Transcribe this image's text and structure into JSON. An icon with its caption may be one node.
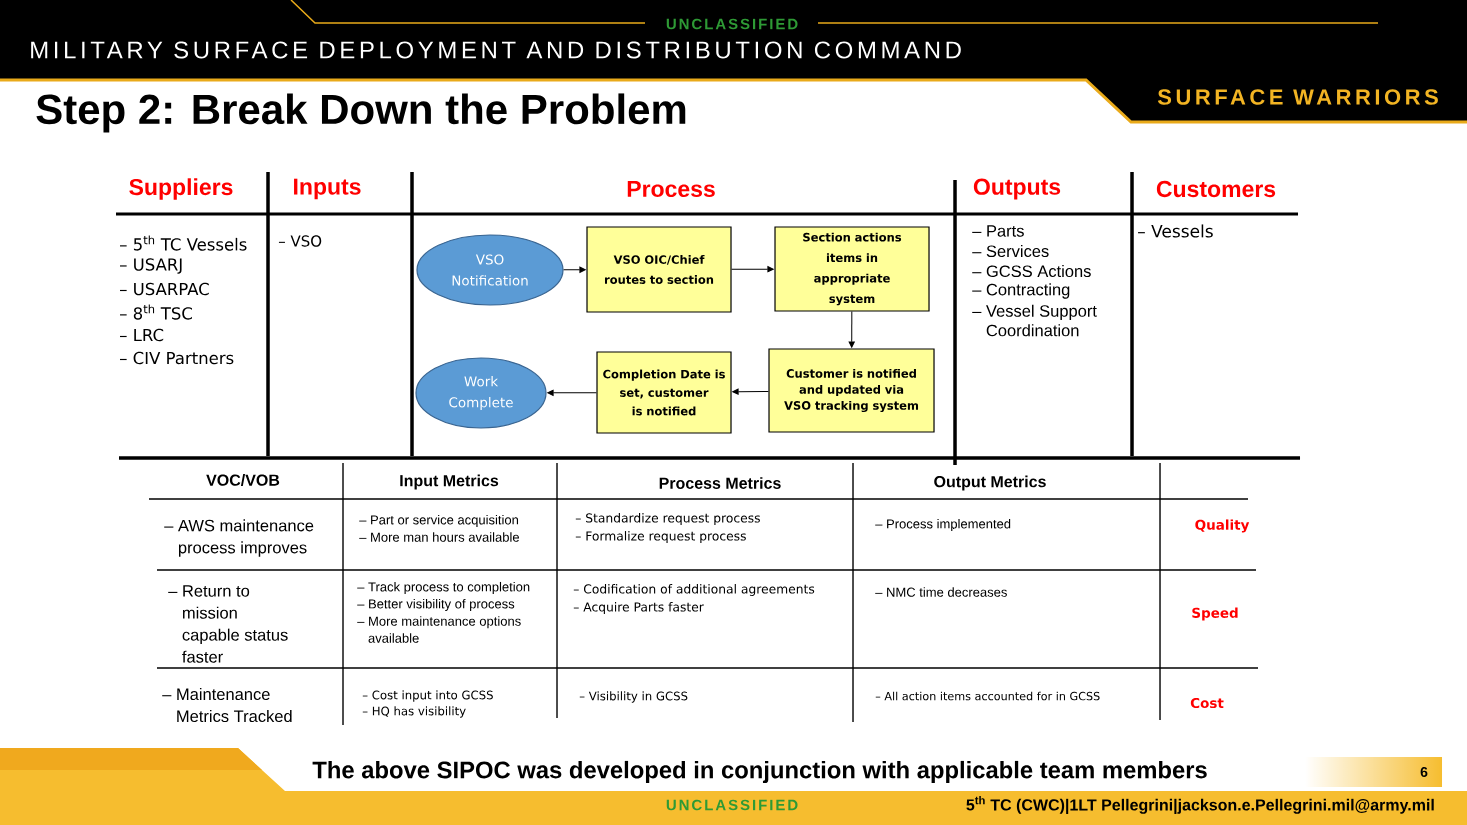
{
  "diagram": {
    "title": "Step 2: Break Down the Problem",
    "caption": "The above SIPOC was developed in conjunction with applicable team members",
    "nodes": [
      {
        "text": [
          "VSO Notification"
        ]
      },
      {
        "text": [
          "VSO OIC/Chief routes to section"
        ]
      },
      {
        "text": [
          "Section actions items in appropriate system"
        ]
      },
      {
        "text": [
          "Customer is notified and updated via VSO tracking system"
        ]
      },
      {
        "text": [
          "Completion Date is set, customer is notified"
        ]
      },
      {
        "text": [
          "Work Complete"
        ]
      }
    ],
    "edges": [
      {
        "from": 0,
        "to": 1,
        "arrow": "to"
      },
      {
        "from": 1,
        "to": 2,
        "arrow": "to"
      },
      {
        "from": 2,
        "to": 3,
        "arrow": "to"
      },
      {
        "from": 3,
        "to": 4,
        "arrow": "to"
      },
      {
        "from": 4,
        "to": 5,
        "arrow": "to"
      }
    ],
    "labels": [
      "UNCLASSIFIED",
      "MILITARY SURFACE DEPLOYMENT AND DISTRIBUTION COMMAND",
      "SURFACE WARRIORS",
      "Suppliers",
      "Inputs",
      "Process",
      "Outputs",
      "Customers",
      "– 5$^{th}$ TC Vessels",
      "– USARJ",
      "– USARPAC",
      "– 8$^{th}$ TSC",
      "– LRC",
      "– CIV Partners",
      "– VSO",
      "– Parts",
      "– Services",
      "– GCSS Actions",
      "– Contracting",
      "– Vessel Support Coordination",
      "– Vessels",
      "VOC/VOB",
      "Input Metrics",
      "Process Metrics",
      "Output Metrics",
      "– AWS maintenance process improves",
      "– Part or service acquisition",
      "– More man hours available",
      "– Standardize request process",
      "– Formalize request process",
      "– Process implemented",
      "Quality",
      "– Return to mission capable status faster",
      "– Track process to completion",
      "– Better visibility of process",
      "– More maintenance options available",
      "– Codification of additional agreements",
      "– Acquire Parts faster",
      "– NMC time decreases",
      "Speed",
      "– Maintenance Metrics Tracked",
      "– Cost input into GCSS",
      "– HQ has visibility",
      "– Visibility in GCSS",
      "– All action items accounted for in GCSS",
      "Cost",
      "6",
      "UNCLASSIFIED",
      "5$^{th}$ TC (CWC)|1LT Pellegrini|jackson.e.Pellegrini.mil@army.mil"
    ]
  }
}
